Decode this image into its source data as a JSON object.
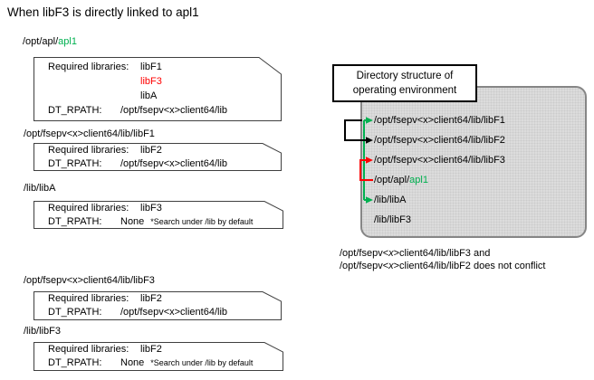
{
  "title": "When libF3 is directly linked to apl1",
  "colors": {
    "green": "#00B050",
    "red": "#FF0000"
  },
  "cards": {
    "apl1": {
      "label_pre": "/opt/apl/",
      "label_name": "apl1",
      "required_label": "Required libraries:",
      "req1": "libF1",
      "req2": "libF3",
      "req3": "libA",
      "rpath_label": "DT_RPATH:",
      "rpath_value": "/opt/fsepv<x>client64/lib"
    },
    "libf1": {
      "label": "/opt/fsepv<x>client64/lib/libF1",
      "required_label": "Required libraries:",
      "req": "libF2",
      "rpath_label": "DT_RPATH:",
      "rpath_value": "/opt/fsepv<x>client64/lib"
    },
    "liba": {
      "label": "/lib/libA",
      "required_label": "Required libraries:",
      "req": "libF3",
      "rpath_label": "DT_RPATH:",
      "rpath_value": "None",
      "rpath_note": "*Search under /lib by default"
    },
    "libf3_opt": {
      "label": "/opt/fsepv<x>client64/lib/libF3",
      "required_label": "Required libraries:",
      "req": "libF2",
      "rpath_label": "DT_RPATH:",
      "rpath_value": "/opt/fsepv<x>client64/lib"
    },
    "libf3_lib": {
      "label": "/lib/libF3",
      "required_label": "Required libraries:",
      "req": "libF2",
      "rpath_label": "DT_RPATH:",
      "rpath_value": "None",
      "rpath_note": "*Search under /lib by default"
    }
  },
  "directory_panel": {
    "callout_line1": "Directory structure of",
    "callout_line2": "operating environment",
    "entries": {
      "libf1": "/opt/fsepv<x>client64/lib/libF1",
      "libf2": "/opt/fsepv<x>client64/lib/libF2",
      "libf3": "/opt/fsepv<x>client64/lib/libF3",
      "apl1_pre": "/opt/apl/",
      "apl1_name": "apl1",
      "liba": "/lib/libA",
      "libf3_lib": "/lib/libF3"
    }
  },
  "footnote": {
    "line1_pre": "/opt/fsepv<",
    "line1_x": "x",
    "line1_post": ">client64/lib/libF3 and",
    "line2_pre": "/opt/fsepv<",
    "line2_x": "x",
    "line2_post": ">client64/lib/libF2 does not conflict"
  }
}
